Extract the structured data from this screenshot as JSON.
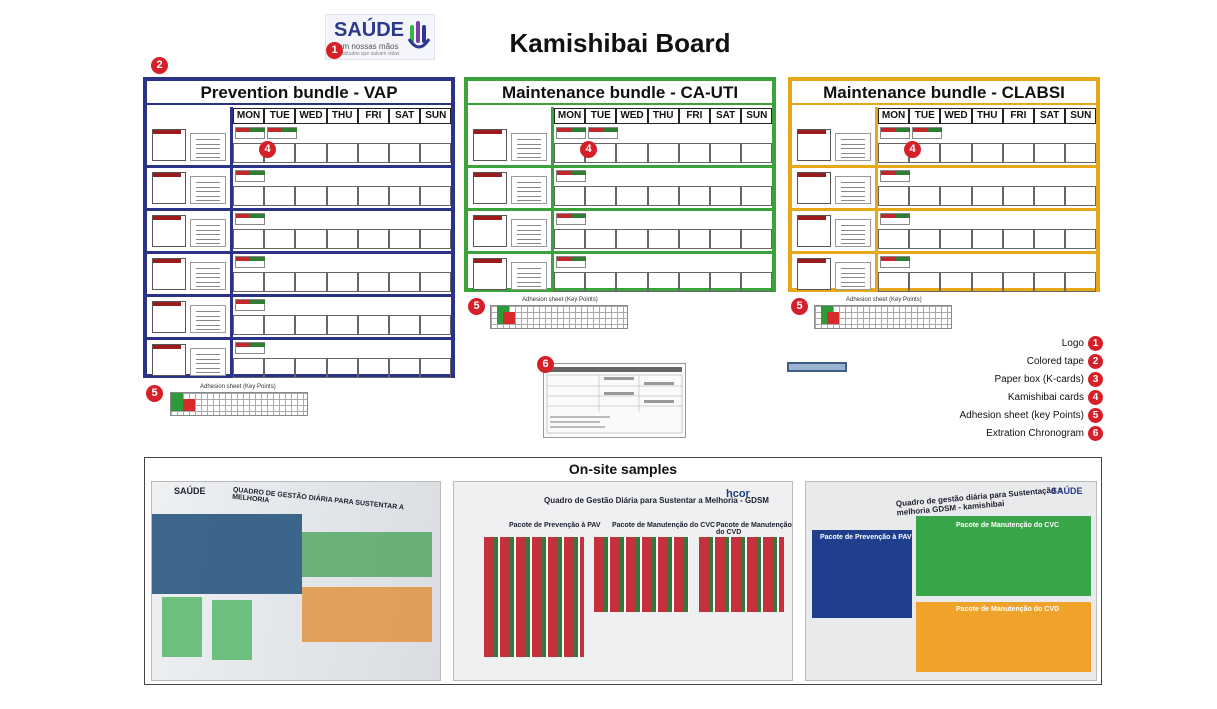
{
  "logo": {
    "word": "SAÚDE",
    "tagline": "em nossas mãos",
    "small": "atitudes que salvam vidas"
  },
  "title": "Kamishibai Board",
  "badges": {
    "b1": "1",
    "b2": "2",
    "b3": "3",
    "b4": "4",
    "b5": "5",
    "b6": "6"
  },
  "days": [
    "MON",
    "TUE",
    "WED",
    "THU",
    "FRI",
    "SAT",
    "SUN"
  ],
  "boards": [
    {
      "title": "Prevention bundle - VAP",
      "color": "#2a3388"
    },
    {
      "title": "Maintenance bundle - CA-UTI",
      "color": "#3ba33b"
    },
    {
      "title": "Maintenance bundle - CLABSI",
      "color": "#e6a817"
    }
  ],
  "adhesion_label": "Adhesion sheet (Key Points)",
  "legend": [
    {
      "label": "Logo",
      "num": "1"
    },
    {
      "label": "Colored tape",
      "num": "2"
    },
    {
      "label": "Paper box (K-cards)",
      "num": "3"
    },
    {
      "label": "Kamishibai cards",
      "num": "4"
    },
    {
      "label": "Adhesion sheet (key Points)",
      "num": "5"
    },
    {
      "label": "Extration Chronogram",
      "num": "6"
    }
  ],
  "onsite": {
    "title": "On-site samples",
    "photo1": {
      "title": "QUADRO DE GESTÃO DIÁRIA PARA SUSTENTAR A MELHORIA",
      "logo": "SAÚDE"
    },
    "photo2": {
      "title": "Quadro de Gestão Diária para Sustentar a Melhoria - GDSM",
      "logo": "hcor",
      "p1": "Pacote de Prevenção à PAV",
      "p2": "Pacote de Manutenção do CVC",
      "p3": "Pacote de Manutenção do CVD"
    },
    "photo3": {
      "title": "Quadro de gestão diária para Sustentação a melhoria GDSM - kamishibai",
      "logo": "SAÚDE",
      "p1": "Pacote de Prevenção à PAV",
      "p2": "Pacote de Manutenção do CVC",
      "p3": "Pacote de Manutenção do CVD"
    }
  }
}
